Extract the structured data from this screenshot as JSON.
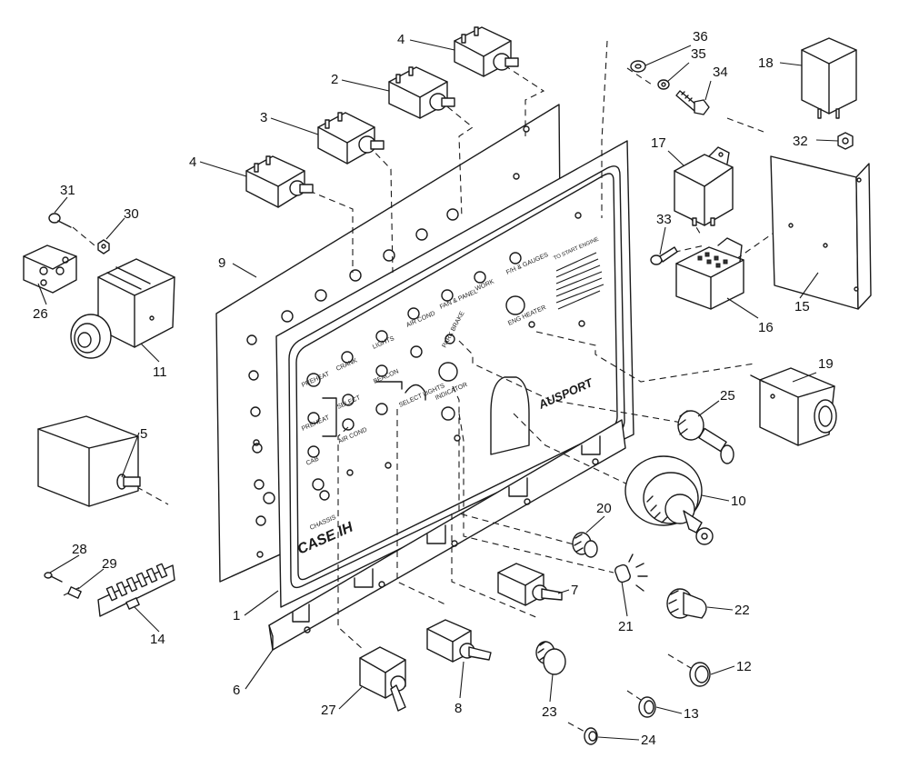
{
  "callouts": [
    {
      "id": "1",
      "label": "1"
    },
    {
      "id": "2",
      "label": "2"
    },
    {
      "id": "3",
      "label": "3"
    },
    {
      "id": "4a",
      "label": "4"
    },
    {
      "id": "4b",
      "label": "4"
    },
    {
      "id": "5",
      "label": "5"
    },
    {
      "id": "6",
      "label": "6"
    },
    {
      "id": "7",
      "label": "7"
    },
    {
      "id": "8",
      "label": "8"
    },
    {
      "id": "9",
      "label": "9"
    },
    {
      "id": "10",
      "label": "10"
    },
    {
      "id": "11",
      "label": "11"
    },
    {
      "id": "12",
      "label": "12"
    },
    {
      "id": "13",
      "label": "13"
    },
    {
      "id": "14",
      "label": "14"
    },
    {
      "id": "15",
      "label": "15"
    },
    {
      "id": "16",
      "label": "16"
    },
    {
      "id": "17",
      "label": "17"
    },
    {
      "id": "18",
      "label": "18"
    },
    {
      "id": "19",
      "label": "19"
    },
    {
      "id": "20",
      "label": "20"
    },
    {
      "id": "21",
      "label": "21"
    },
    {
      "id": "22",
      "label": "22"
    },
    {
      "id": "23",
      "label": "23"
    },
    {
      "id": "24",
      "label": "24"
    },
    {
      "id": "25",
      "label": "25"
    },
    {
      "id": "26",
      "label": "26"
    },
    {
      "id": "27",
      "label": "27"
    },
    {
      "id": "28",
      "label": "28"
    },
    {
      "id": "29",
      "label": "29"
    },
    {
      "id": "30",
      "label": "30"
    },
    {
      "id": "31",
      "label": "31"
    },
    {
      "id": "32",
      "label": "32"
    },
    {
      "id": "33",
      "label": "33"
    },
    {
      "id": "34",
      "label": "34"
    },
    {
      "id": "35",
      "label": "35"
    },
    {
      "id": "36",
      "label": "36"
    }
  ],
  "panel": {
    "brand": "CASE IH",
    "logo": "AUSPORT",
    "notice_title": "TO START ENGINE",
    "labels": {
      "preheat_1": "PREHEAT",
      "crank": "CRANK",
      "lights": "LIGHTS",
      "air_cond_1": "AIR COND",
      "fan_panel": "FAN & PANEL",
      "work": "WORK",
      "flh_gauges": "F/H & GAUGES",
      "preheat_2": "PREHEAT",
      "select": "SELECT",
      "beacon": "BEACON",
      "park_brake": "PARK BRAKE",
      "eng_heater": "ENG HEATER",
      "air_cond_2": "AIR COND",
      "select_lights": "SELECT LIGHTS",
      "turn_signal": "INDICATOR",
      "cab": "CAB",
      "chassis": "CHASSIS"
    }
  }
}
